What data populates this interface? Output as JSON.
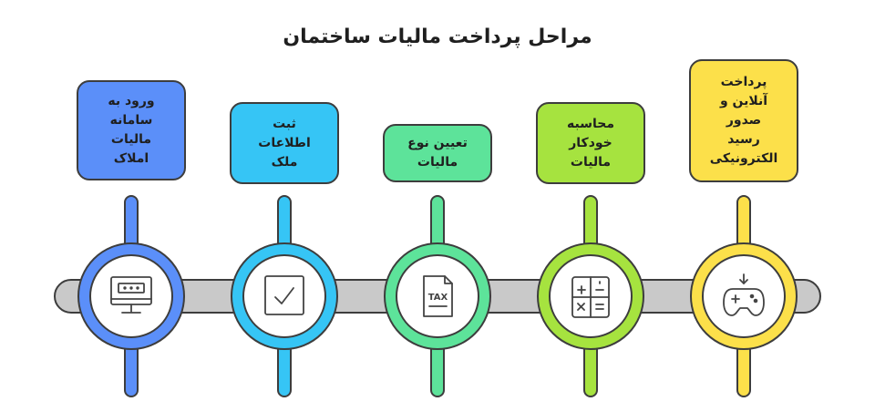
{
  "title": "مراحل پرداخت مالیات ساختمان",
  "steps": [
    {
      "label": "ورود به\nسامانه\nمالیات\nاملاک",
      "color": "#5b8ff9",
      "icon": "computer-monitor-icon"
    },
    {
      "label": "ثبت\nاطلاعات\nملک",
      "color": "#36c5f5",
      "icon": "checkbox-icon"
    },
    {
      "label": "تعیین نوع\nمالیات",
      "color": "#5de39a",
      "icon": "tax-document-icon"
    },
    {
      "label": "محاسبه\nخودکار\nمالیات",
      "color": "#a6e33f",
      "icon": "calculator-icon"
    },
    {
      "label": "پرداخت\nآنلاین و\nصدور\nرسید\nالکترونیکی",
      "color": "#fce04a",
      "icon": "gamepad-icon"
    }
  ],
  "tax_icon_text": "TAX"
}
